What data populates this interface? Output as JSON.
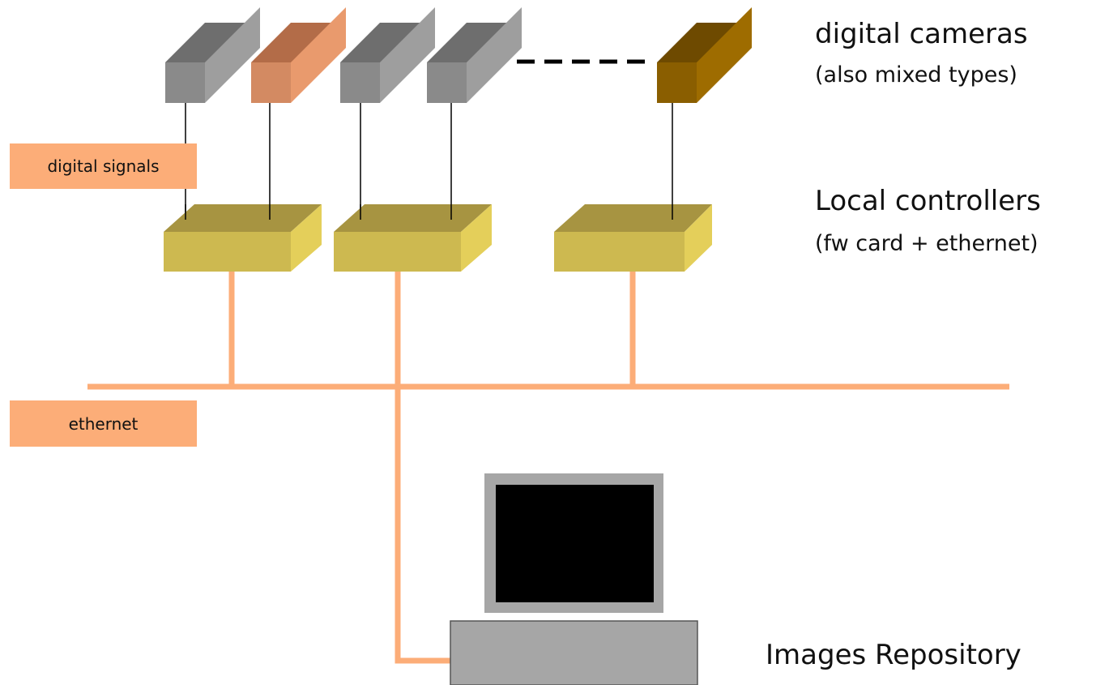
{
  "labels": {
    "digital_signals": "digital signals",
    "ethernet": "ethernet"
  },
  "captions": {
    "cameras_title": "digital cameras",
    "cameras_sub": "(also mixed types)",
    "controllers_title": "Local controllers",
    "controllers_sub": "(fw card + ethernet)",
    "repository": "Images Repository"
  },
  "colors": {
    "label_fill": "#fcad78",
    "ethernet_line": "#fcad78",
    "camera_gray_front": "#8a8a8a",
    "camera_gray_side": "#9e9e9e",
    "camera_gray_top": "#6e6e6e",
    "camera_orange_front": "#d38a62",
    "camera_orange_side": "#e99a6d",
    "camera_orange_top": "#b36c48",
    "camera_brown_front": "#8a5e00",
    "camera_brown_side": "#9e6c00",
    "camera_brown_top": "#6e4a00",
    "controller_front": "#cdb950",
    "controller_top": "#a79441",
    "controller_side": "#e4cf5a",
    "monitor_frame": "#a6a6a6",
    "monitor_screen": "#000000",
    "computer_base": "#a6a6a6"
  },
  "icons": [
    "camera-icon",
    "controller-icon",
    "computer-icon"
  ]
}
